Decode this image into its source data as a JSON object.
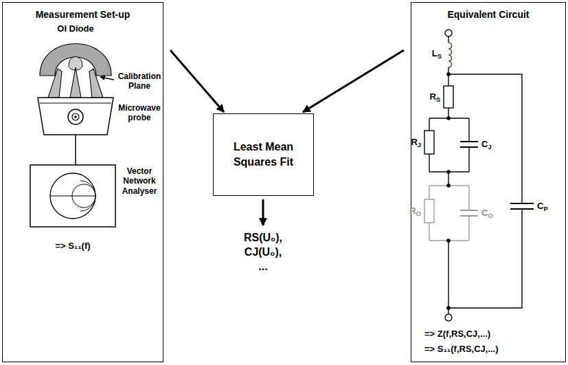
{
  "diagram": {
    "nodes": [
      {
        "text": [
          "Measurement Set-up"
        ]
      },
      {
        "text": [
          "Least Mean Squares Fit"
        ]
      },
      {
        "text": [
          "Equivalent Circuit"
        ]
      }
    ],
    "edges": [
      {
        "from": 0,
        "to": 1,
        "arrow": "to"
      },
      {
        "from": 2,
        "to": 1,
        "arrow": "to"
      }
    ],
    "labels": [
      "OI Diode",
      "Calibration Plane",
      "Microwave probe",
      "Vector Network Analyser",
      "=> S₁₁(f)",
      "RS(U₀),",
      "CJ(U₀),",
      "...",
      "LS",
      "RS",
      "RJ",
      "CJ",
      "RO",
      "CO",
      "CP",
      "=> Z(f,RS,CJ,...)",
      "=> S₁₁(f,RS,CJ,...)"
    ]
  }
}
